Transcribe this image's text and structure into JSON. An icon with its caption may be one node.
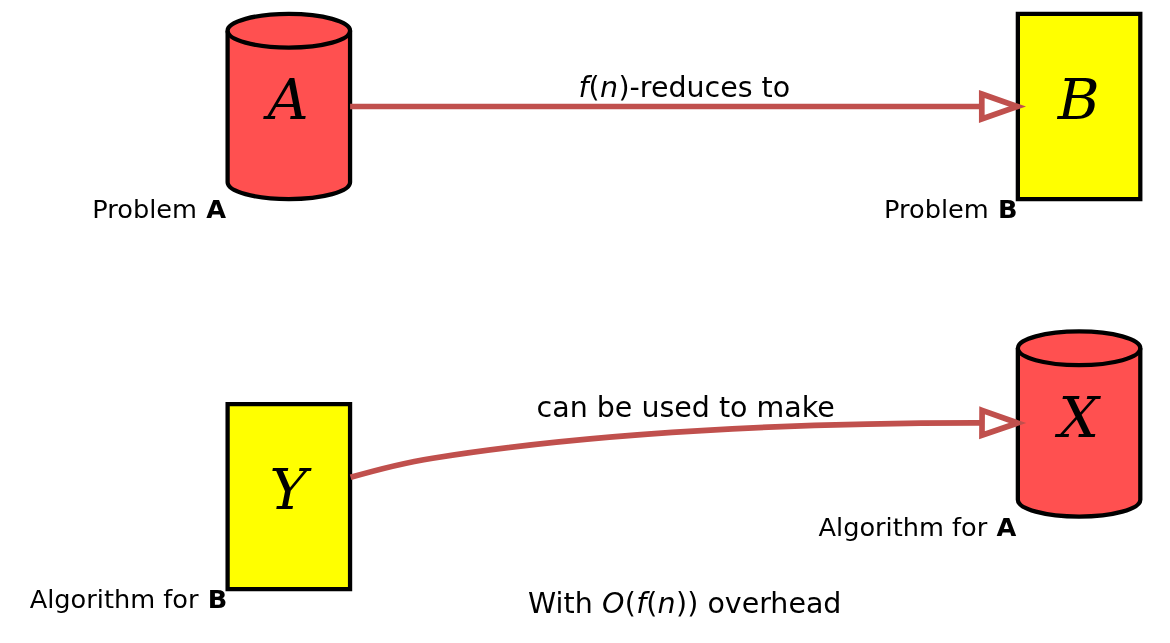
{
  "diagram": {
    "nodes": [
      {
        "text": [
          "*A*"
        ],
        "beside": [
          "Problem **A**"
        ]
      },
      {
        "text": [
          "*B*"
        ],
        "beside": [
          "Problem **B**"
        ]
      },
      {
        "text": [
          "*Y*"
        ],
        "beside": [
          "Algorithm for **B**"
        ]
      },
      {
        "text": [
          "*X*"
        ],
        "beside": [
          "Algorithm for **A**"
        ]
      }
    ],
    "edges": [
      {
        "from": 0,
        "to": 1,
        "arrow": "to",
        "label": "*f*(*n*)-reduces to"
      },
      {
        "from": 2,
        "to": 3,
        "arrow": "to",
        "label": "can be used to make"
      }
    ],
    "labels": [
      "With *O*(*f*(*n*)) overhead"
    ]
  }
}
